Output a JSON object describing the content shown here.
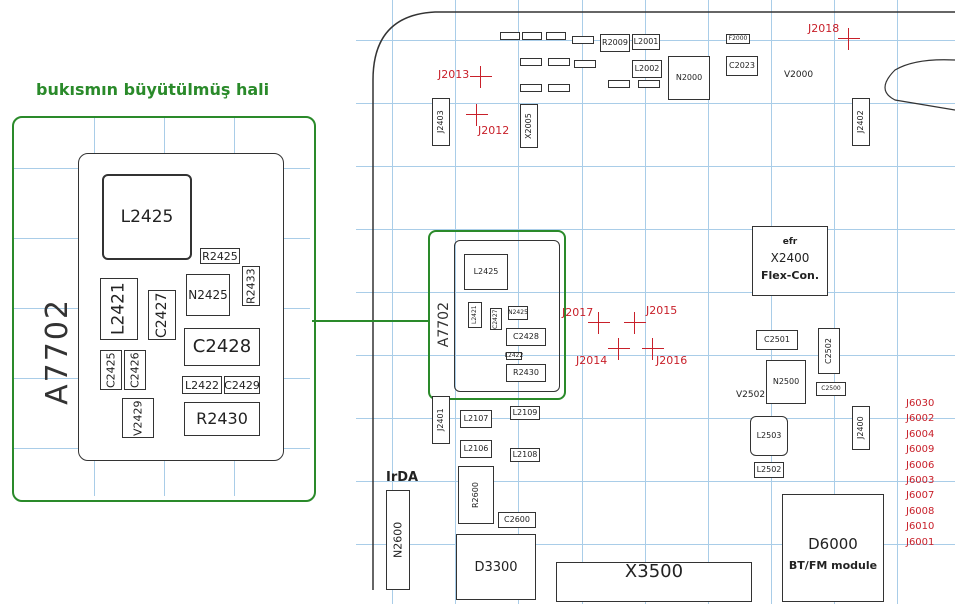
{
  "caption": "bukısmın büyütülmüş hali",
  "colors": {
    "frame": "#2a8a2a",
    "caption": "#2a8a2a",
    "test_point": "#c8202a",
    "grid": "#a9cde8"
  },
  "zoom": {
    "module": "A7702",
    "L2425": "L2425",
    "R2425": "R2425",
    "R2433": "R2433",
    "N2425": "N2425",
    "L2421": "L2421",
    "C2427": "C2427",
    "C2428": "C2428",
    "C2425": "C2425",
    "C2426": "C2426",
    "L2422": "L2422",
    "C2429": "C2429",
    "V2429": "V2429",
    "R2430": "R2430"
  },
  "board": {
    "module": "A7702",
    "parts": {
      "R2009": "R2009",
      "L2001": "L2001",
      "L2002": "L2002",
      "N2000": "N2000",
      "C2023": "C2023",
      "F2000": "F2000",
      "V2000": "V2000",
      "X2005": "X2005",
      "J2403": "J2403",
      "J2402": "J2402",
      "J2401": "J2401",
      "J2400": "J2400",
      "X2400": "X2400",
      "X2400_top": "efr",
      "X2400_sub": "Flex-Con.",
      "C2501": "C2501",
      "C2502": "C2502",
      "N2500": "N2500",
      "C2500": "C2500",
      "V2502": "V2502",
      "L2503": "L2503",
      "L2502": "L2502",
      "L2107": "L2107",
      "L2106": "L2106",
      "L2109": "L2109",
      "L2108": "L2108",
      "R2600": "R2600",
      "C2600": "C2600",
      "N2600": "N2600",
      "IrDA": "IrDA",
      "D3300": "D3300",
      "X3500": "X3500",
      "D6000": "D6000",
      "D6000_sub": "BT/FM module",
      "L2425": "L2425",
      "L2421": "L2421",
      "C2427": "C2427",
      "C2428": "C2428",
      "R2430": "R2430",
      "N2425": "N2425",
      "L2422": "L2422"
    },
    "test_points": [
      "J2018",
      "J2013",
      "J2012",
      "J2017",
      "J2015",
      "J2014",
      "J2016"
    ],
    "right_column": [
      "J6030",
      "J6002",
      "J6004",
      "J6009",
      "J6006",
      "J6003",
      "J6007",
      "J6008",
      "J6010",
      "J6001"
    ]
  }
}
